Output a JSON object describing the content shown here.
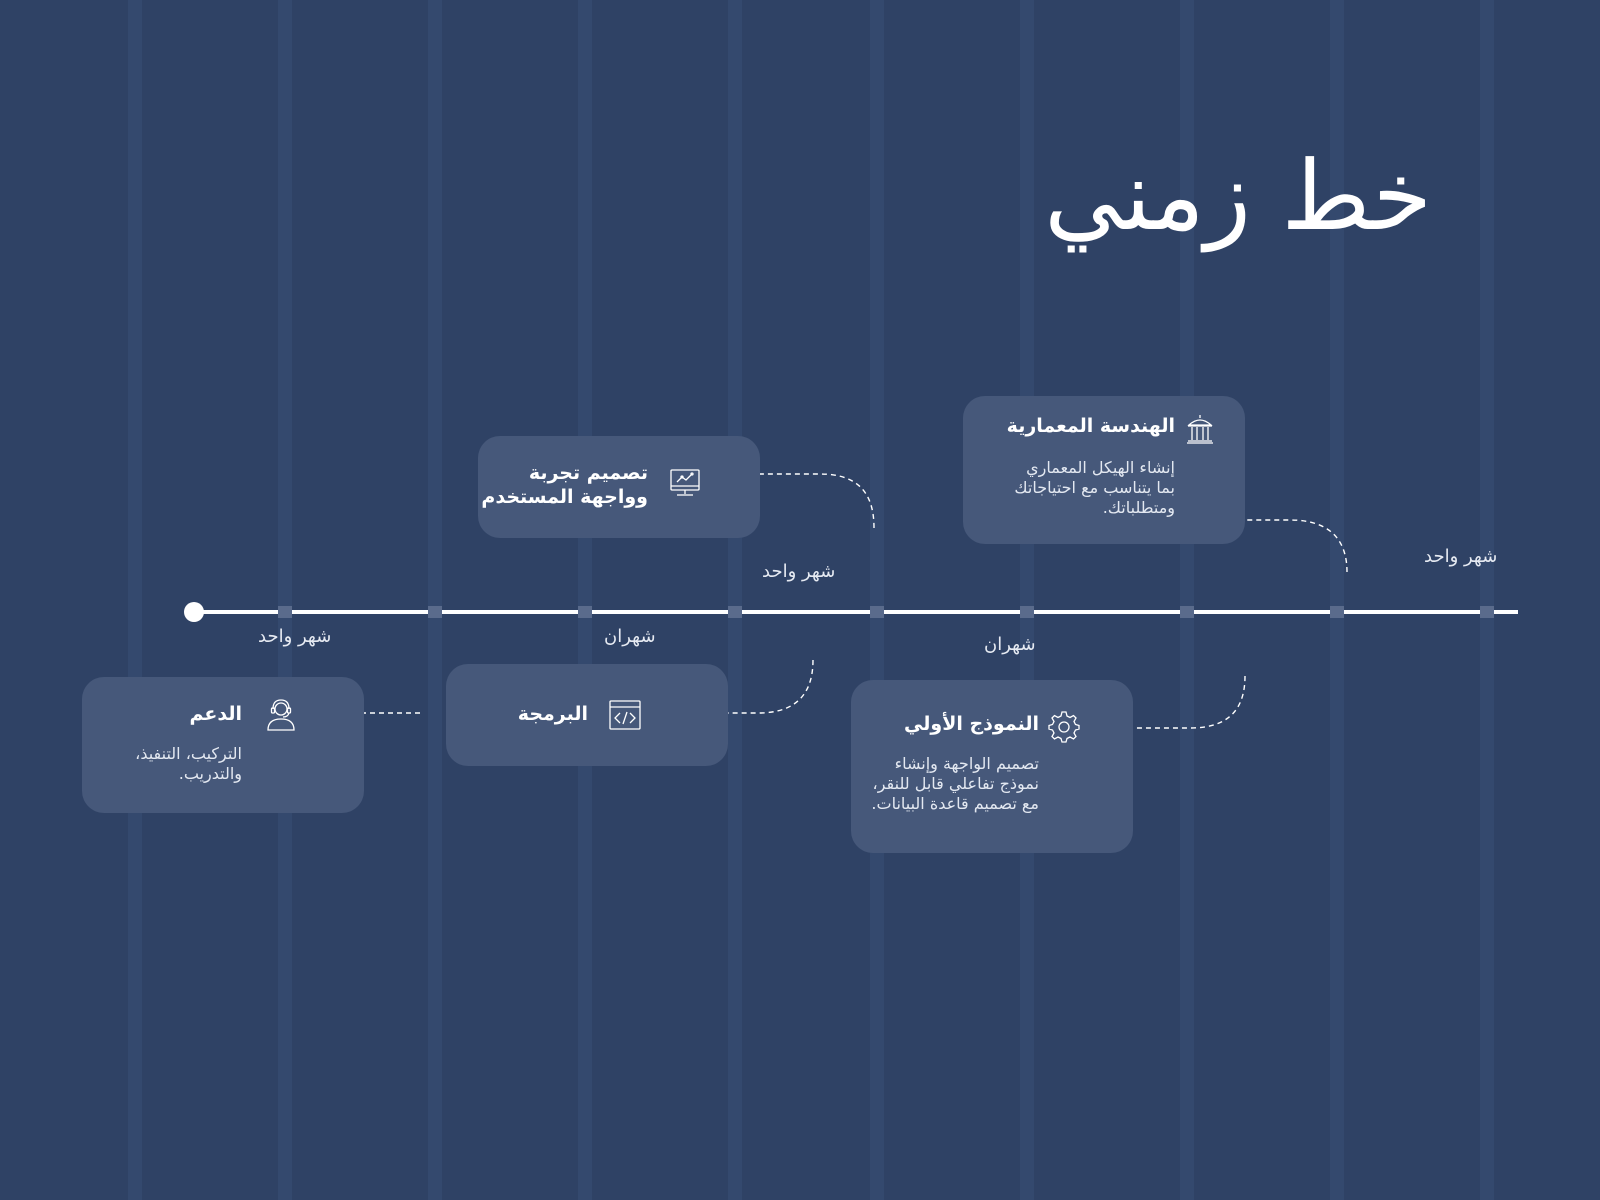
{
  "title": "خط زمني",
  "durations": {
    "d1": "شهر واحد",
    "d2": "شهر واحد",
    "d3": "شهر واحد",
    "d4": "شهران",
    "d5": "شهران"
  },
  "steps": {
    "architecture": {
      "title": "الهندسة المعمارية",
      "desc": [
        "إنشاء الهيكل المعماري",
        "بما يتناسب مع احتياجاتك",
        "ومتطلباتك."
      ],
      "icon": "building-icon"
    },
    "ux": {
      "title": [
        "تصميم تجربة",
        "وواجهة المستخدم"
      ],
      "icon": "monitor-chart-icon"
    },
    "prototype": {
      "title": "النموذج الأولي",
      "desc": [
        "تصميم الواجهة وإنشاء",
        "نموذج تفاعلي قابل للنقر،",
        "مع تصميم قاعدة البيانات."
      ],
      "icon": "gear-icon"
    },
    "programming": {
      "title": "البرمجة",
      "icon": "code-window-icon"
    },
    "support": {
      "title": "الدعم",
      "desc": [
        "التركيب، التنفيذ،",
        "والتدريب."
      ],
      "icon": "headset-user-icon"
    }
  },
  "colors": {
    "background": "#2f4265",
    "stripe": "#34496e",
    "card": "#46587a",
    "line": "#ffffff"
  }
}
